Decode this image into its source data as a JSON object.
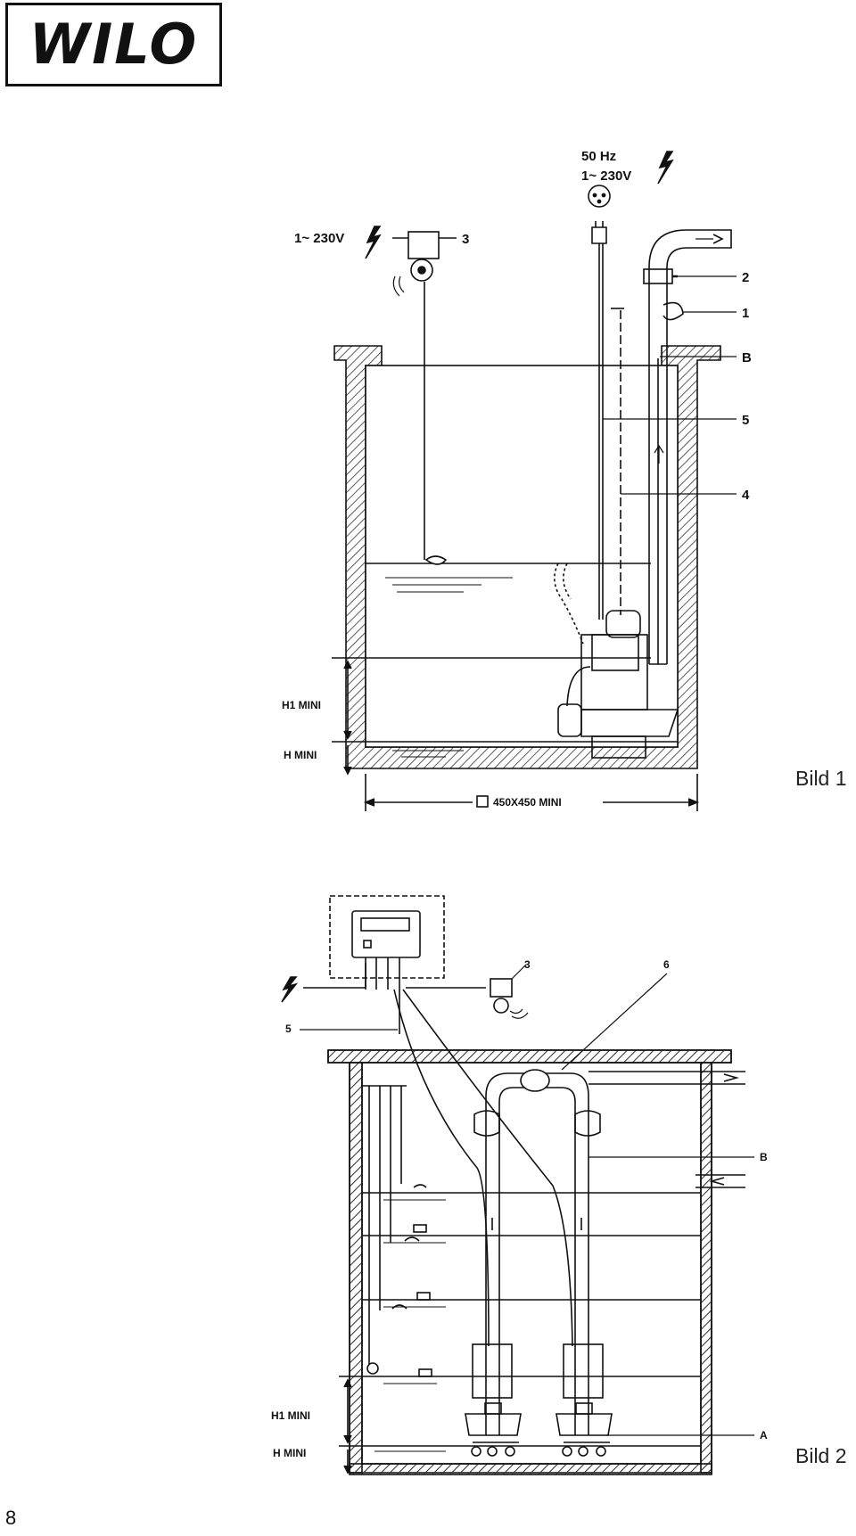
{
  "brand": {
    "logo_text": "WILO"
  },
  "figure1": {
    "caption": "Bild 1",
    "supply_top_line1": "50 Hz",
    "supply_top_line2": "1~ 230V",
    "supply_left": "1~ 230V",
    "callouts": {
      "c1": "1",
      "c2": "2",
      "c3": "3",
      "c4": "4",
      "c5": "5",
      "cB": "B"
    },
    "h1_label": "H1 MINI",
    "h_label": "H MINI",
    "dimension": "450X450 MINI"
  },
  "figure2": {
    "caption": "Bild 2",
    "callouts": {
      "c3": "3",
      "c5": "5",
      "c6": "6",
      "cB": "B",
      "cA": "A"
    },
    "h1_label": "H1 MINI",
    "h_label": "H MINI"
  },
  "page_number": "8",
  "colors": {
    "ink": "#111111",
    "paper": "#ffffff",
    "hatch": "#333333"
  }
}
